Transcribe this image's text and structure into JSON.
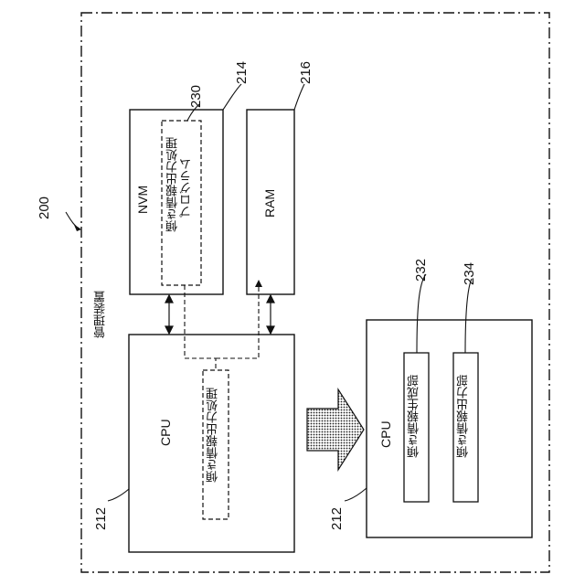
{
  "diagram": {
    "device": {
      "ref": "200",
      "label": "管理装置"
    },
    "nvm": {
      "ref": "214",
      "label": "NVM"
    },
    "program": {
      "ref": "230",
      "line1": "傾き情報出力処理",
      "line2": "プログラム"
    },
    "ram": {
      "ref": "216",
      "label": "RAM"
    },
    "cpu_left": {
      "ref": "212",
      "label": "CPU",
      "process": "傾き情報出力処理"
    },
    "cpu_right": {
      "ref": "212",
      "label": "CPU",
      "units": [
        {
          "ref": "232",
          "label": "傾き情報生成部"
        },
        {
          "ref": "234",
          "label": "傾き情報出力部"
        }
      ]
    }
  }
}
